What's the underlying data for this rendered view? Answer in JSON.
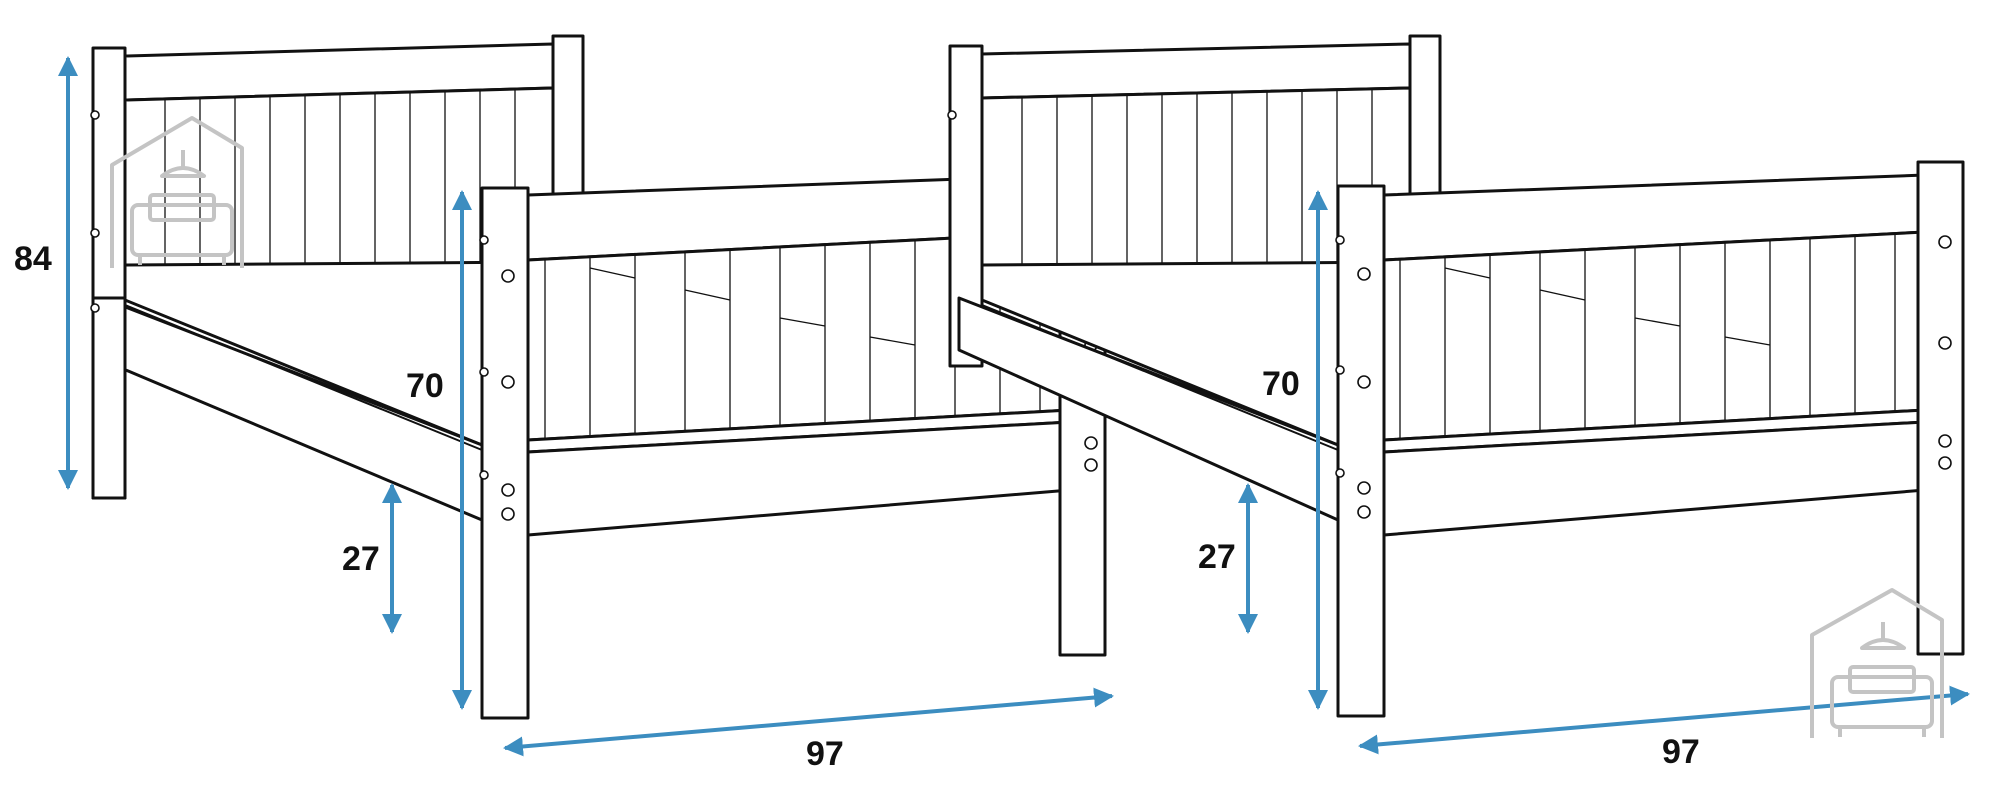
{
  "colors": {
    "dimension_arrow": "#3c8dc0",
    "outline": "#111111",
    "watermark": "#c4c4c4"
  },
  "beds": [
    {
      "total_height": "84",
      "side_height": "70",
      "leg_height": "27",
      "length": "97"
    },
    {
      "side_height": "70",
      "leg_height": "27",
      "length": "97"
    }
  ],
  "icons": {
    "watermark": "home-furniture-logo"
  }
}
